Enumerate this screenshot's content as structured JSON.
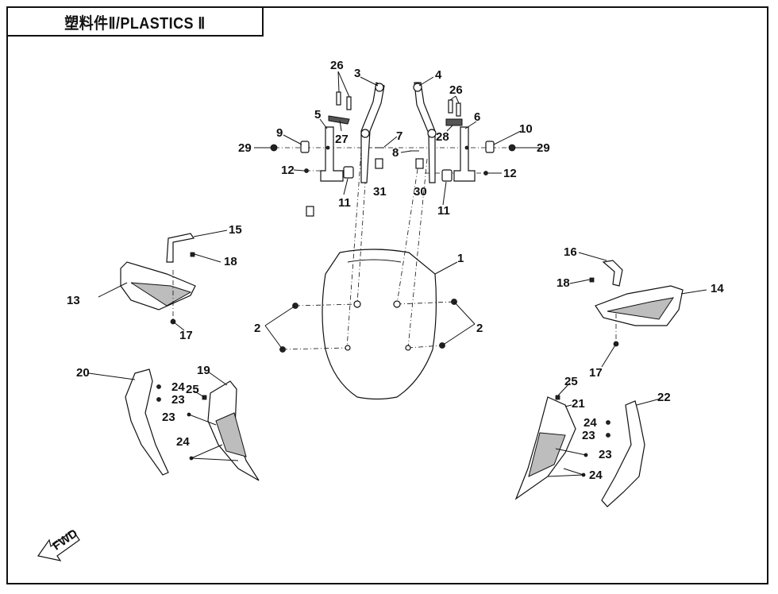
{
  "title": "塑料件Ⅱ/PLASTICS Ⅱ",
  "fwd_label": "FWD",
  "callouts": {
    "c1": "1",
    "c2a": "2",
    "c2b": "2",
    "c3": "3",
    "c4": "4",
    "c5": "5",
    "c6": "6",
    "c7": "7",
    "c8": "8",
    "c9": "9",
    "c10": "10",
    "c11a": "11",
    "c11b": "11",
    "c12a": "12",
    "c12b": "12",
    "c13": "13",
    "c14": "14",
    "c15": "15",
    "c16": "16",
    "c17a": "17",
    "c17b": "17",
    "c18a": "18",
    "c18b": "18",
    "c19": "19",
    "c20": "20",
    "c21": "21",
    "c22": "22",
    "c23a": "23",
    "c23b": "23",
    "c23c": "23",
    "c23d": "23",
    "c24a": "24",
    "c24b": "24",
    "c24c": "24",
    "c24d": "24",
    "c25a": "25",
    "c25b": "25",
    "c26a": "26",
    "c26b": "26",
    "c27": "27",
    "c28": "28",
    "c29a": "29",
    "c29b": "29",
    "c30": "30",
    "c31": "31"
  }
}
